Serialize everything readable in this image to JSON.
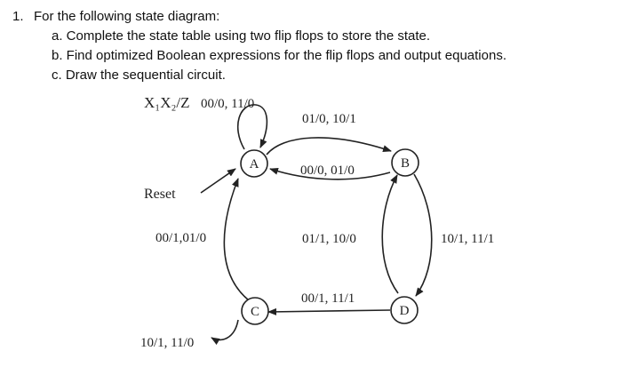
{
  "question": {
    "number": "1.",
    "prompt": "For the following state diagram:",
    "parts": [
      "a. Complete the state table using two flip flops to store the state.",
      "b. Find optimized Boolean expressions for the flip flops and output equations.",
      "c. Draw the sequential circuit."
    ]
  },
  "diagram": {
    "legend_vars": "X₁X₂/Z",
    "states": [
      "A",
      "B",
      "C",
      "D"
    ],
    "reset_label": "Reset",
    "labels": {
      "a_self": "00/0, 11/0",
      "a_to_b": "01/0, 10/1",
      "b_to_a": "00/0, 01/0",
      "b_to_d": "10/1, 11/1",
      "d_to_b": "01/1, 10/0",
      "d_to_c": "00/1, 11/1",
      "c_to_a": "00/1,01/0",
      "c_self": "10/1, 11/0"
    }
  }
}
